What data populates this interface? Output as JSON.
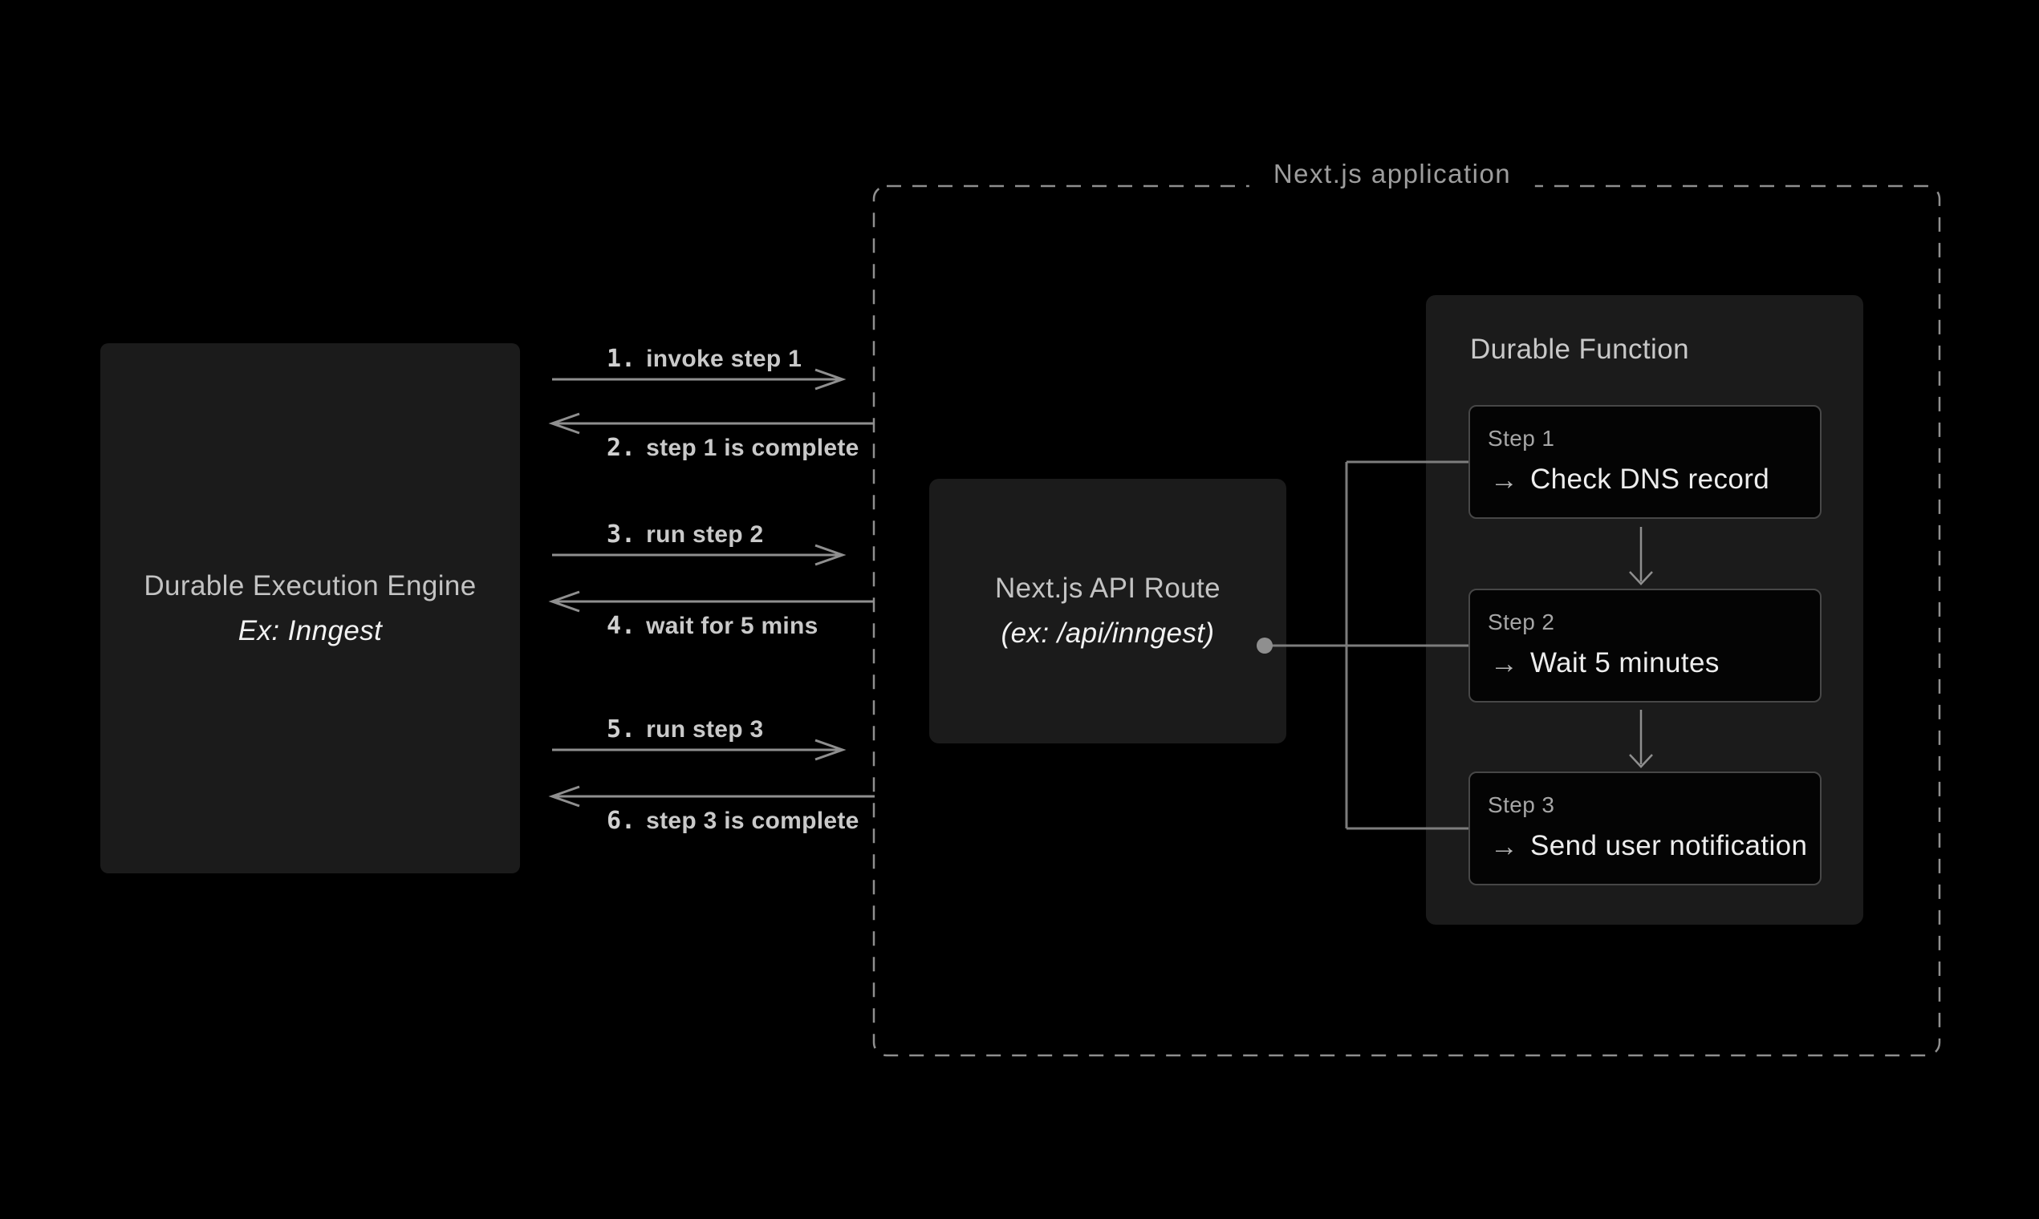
{
  "engine": {
    "title": "Durable Execution Engine",
    "subtitle": "Ex: Inngest"
  },
  "messages": [
    {
      "num": "1.",
      "text": "invoke step 1",
      "direction": "right"
    },
    {
      "num": "2.",
      "text": "step 1 is complete",
      "direction": "left"
    },
    {
      "num": "3.",
      "text": "run step 2",
      "direction": "right"
    },
    {
      "num": "4.",
      "text": "wait for 5 mins",
      "direction": "left"
    },
    {
      "num": "5.",
      "text": "run step 3",
      "direction": "right"
    },
    {
      "num": "6.",
      "text": "step 3 is complete",
      "direction": "left"
    }
  ],
  "app": {
    "label": "Next.js application"
  },
  "api_route": {
    "title": "Next.js API Route",
    "subtitle": "(ex: /api/inngest)"
  },
  "durable_function": {
    "title": "Durable Function",
    "steps": [
      {
        "label": "Step 1",
        "icon": "→",
        "action": "Check DNS record"
      },
      {
        "label": "Step 2",
        "icon": "→",
        "action": "Wait 5 minutes"
      },
      {
        "label": "Step 3",
        "icon": "→",
        "action": "Send user notification"
      }
    ]
  },
  "colors": {
    "background": "#000000",
    "panel_bg": "#1b1b1b",
    "step_card_bg": "#040404",
    "step_card_border": "#474747",
    "arrow_line": "#8f8f8f",
    "connector_line": "#7d7d7d",
    "dashed_border": "#8f8f8f",
    "title_text": "#c3c3c3",
    "emphasis_text": "#f2f2f2",
    "label_text": "#c9c9c9"
  }
}
